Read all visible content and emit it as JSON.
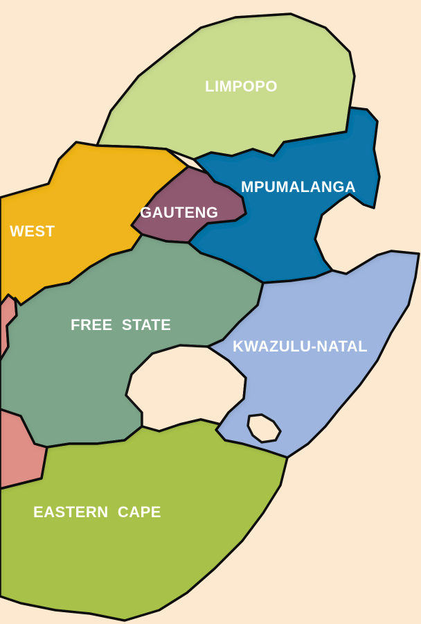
{
  "map": {
    "background_color": "#fde9cf",
    "border_color": "#141414",
    "regions": {
      "limpopo": {
        "label": "LIMPOPO",
        "color": "#c9dc8e"
      },
      "mpumalanga": {
        "label": "MPUMALANGA",
        "color": "#0f74a8"
      },
      "gauteng": {
        "label": "GAUTENG",
        "color": "#8f5a70"
      },
      "north_west": {
        "label": "WEST",
        "color": "#f0b51a"
      },
      "free_state": {
        "label": "FREE  STATE",
        "color": "#7da58a"
      },
      "kwazulu_natal": {
        "label": "KWAZULU-NATAL",
        "color": "#9db5df"
      },
      "eastern_cape": {
        "label": "EASTERN  CAPE",
        "color": "#a8c24a"
      },
      "northern_cape": {
        "label": "",
        "color": "#e08f86"
      }
    }
  }
}
